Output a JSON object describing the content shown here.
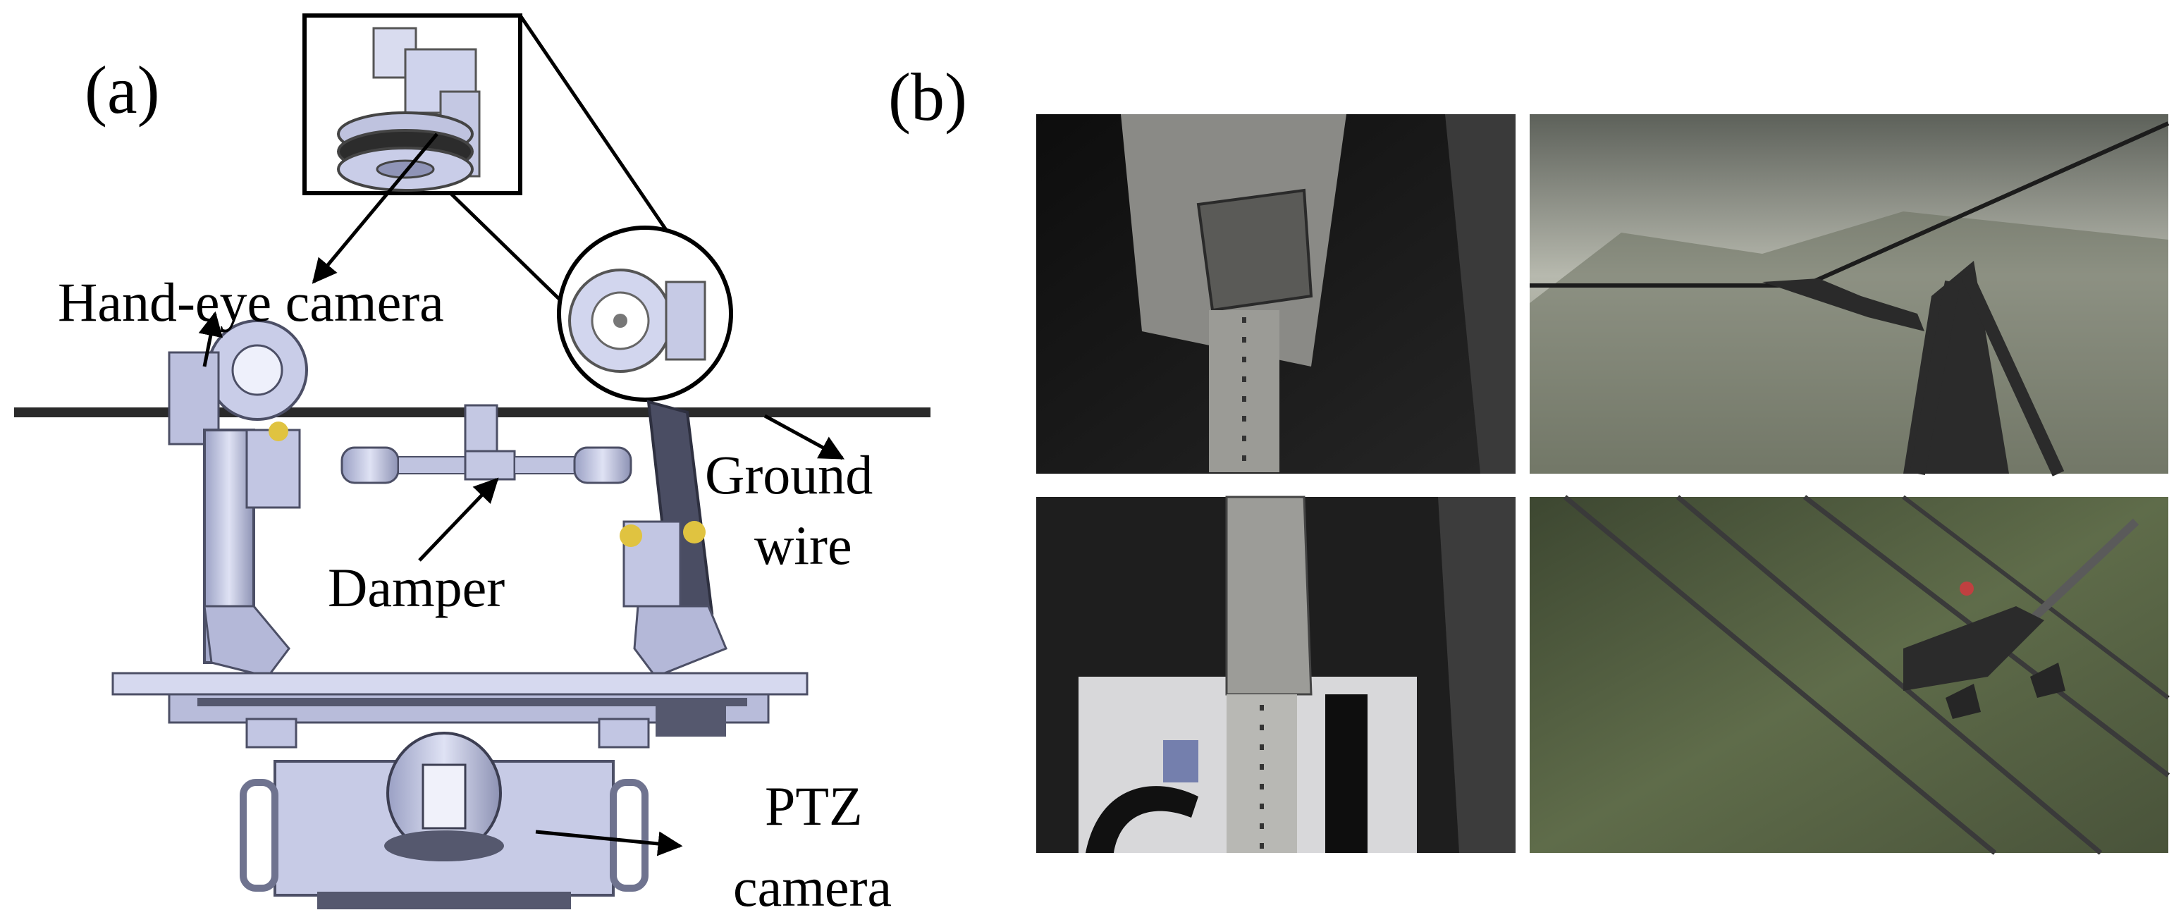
{
  "panels": {
    "a": {
      "label": "(a)",
      "callouts": {
        "hand_eye_camera": "Hand-eye camera",
        "ground_wire_line1": "Ground",
        "ground_wire_line2": "wire",
        "damper": "Damper",
        "ptz_camera_line1": "PTZ",
        "ptz_camera_line2": "camera"
      }
    },
    "b": {
      "label": "(b)"
    }
  },
  "colors": {
    "robot_metal": "#c7cbe6",
    "robot_shadow": "#6f738f",
    "robot_dark": "#3c3e52",
    "ground_wire": "#2a2a2a",
    "photo_dark": "#161616",
    "photo_sky": "#8f958c",
    "photo_forest": "#4e5a3f"
  }
}
